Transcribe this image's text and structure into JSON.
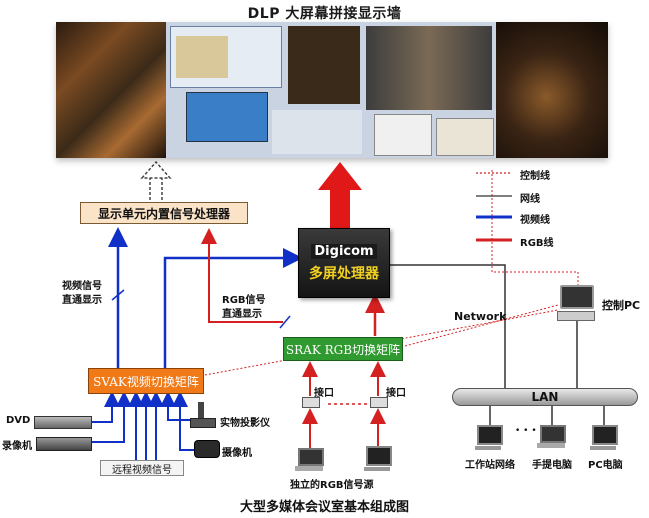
{
  "wall": {
    "title": "DLP 大屏幕拼接显示墙"
  },
  "nodes": {
    "display_processor": "显示单元内置信号处理器",
    "digicom_brand": "Digicom",
    "digicom_name": "多屏处理器",
    "srak": "SRAK RGB切换矩阵",
    "svak": "SVAK视频切换矩阵",
    "lan": "LAN",
    "control_pc": "控制PC",
    "network": "Network",
    "interface_left": "接口",
    "interface_right": "接口",
    "rgb_sources": "独立的RGB信号源",
    "remote_video": "远程视频信号",
    "workstation": "工作站网络",
    "laptop": "手提电脑",
    "pc": "PC电脑",
    "dvd": "DVD",
    "recorder": "录像机",
    "projector": "实物投影仪",
    "camera": "摄像机",
    "video_direct_l1": "视频信号",
    "video_direct_l2": "直通显示",
    "rgb_direct_l1": "RGB信号",
    "rgb_direct_l2": "直通显示",
    "ellipsis": "• • •"
  },
  "legend": [
    {
      "label": "控制线",
      "style": "dotted",
      "color": "#d42020"
    },
    {
      "label": "网线",
      "style": "solid-thin",
      "color": "#333333"
    },
    {
      "label": "视频线",
      "style": "solid-thick",
      "color": "#1030c8"
    },
    {
      "label": "RGB线",
      "style": "solid-thick",
      "color": "#d42020"
    }
  ],
  "caption": "大型多媒体会议室基本组成图",
  "colors": {
    "video": "#1030c8",
    "rgb": "#d42020",
    "network": "#333333",
    "control": "#d42020",
    "processor_box": "#fbe3c8",
    "srak_box": "#2f9a2f",
    "svak_box": "#f07a18"
  }
}
